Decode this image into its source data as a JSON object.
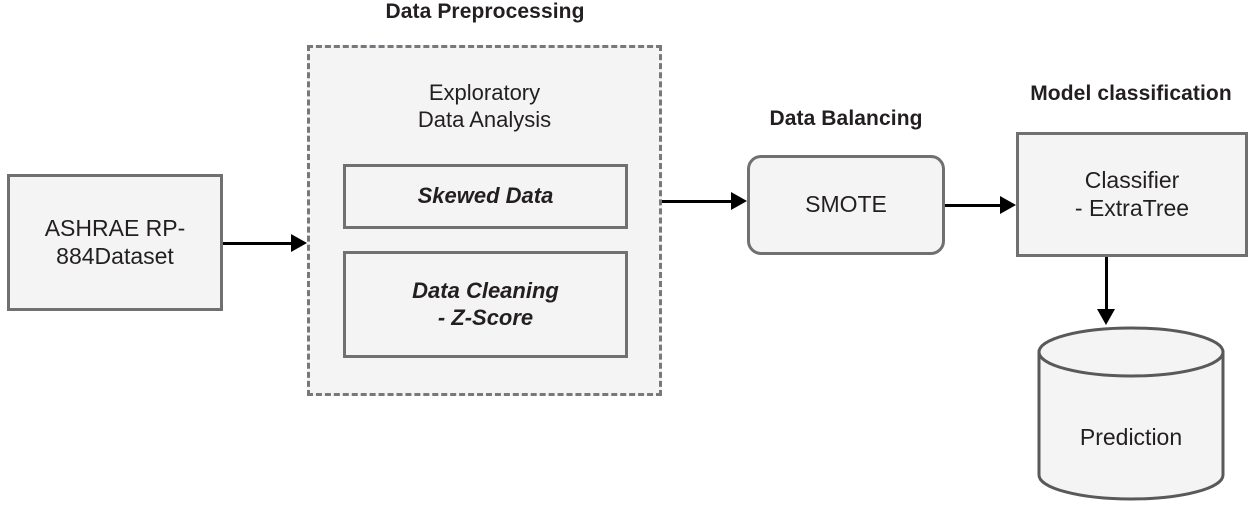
{
  "diagram": {
    "title_preprocessing": "Data Preprocessing",
    "title_balancing": "Data Balancing",
    "title_classification": "Model classification",
    "dataset_box": "ASHRAE RP-\n884Dataset",
    "eda_text": "Exploratory\nData Analysis",
    "skewed_box": "Skewed Data",
    "cleaning_box": "Data Cleaning\n- Z-Score",
    "smote_box": "SMOTE",
    "classifier_box": "Classifier\n- ExtraTree",
    "prediction_store": "Prediction"
  },
  "colors": {
    "node_fill": "#f4f4f4",
    "node_stroke": "#6f7072",
    "dashed_stroke": "#77787b",
    "text": "#231f20",
    "arrow": "#000000"
  }
}
